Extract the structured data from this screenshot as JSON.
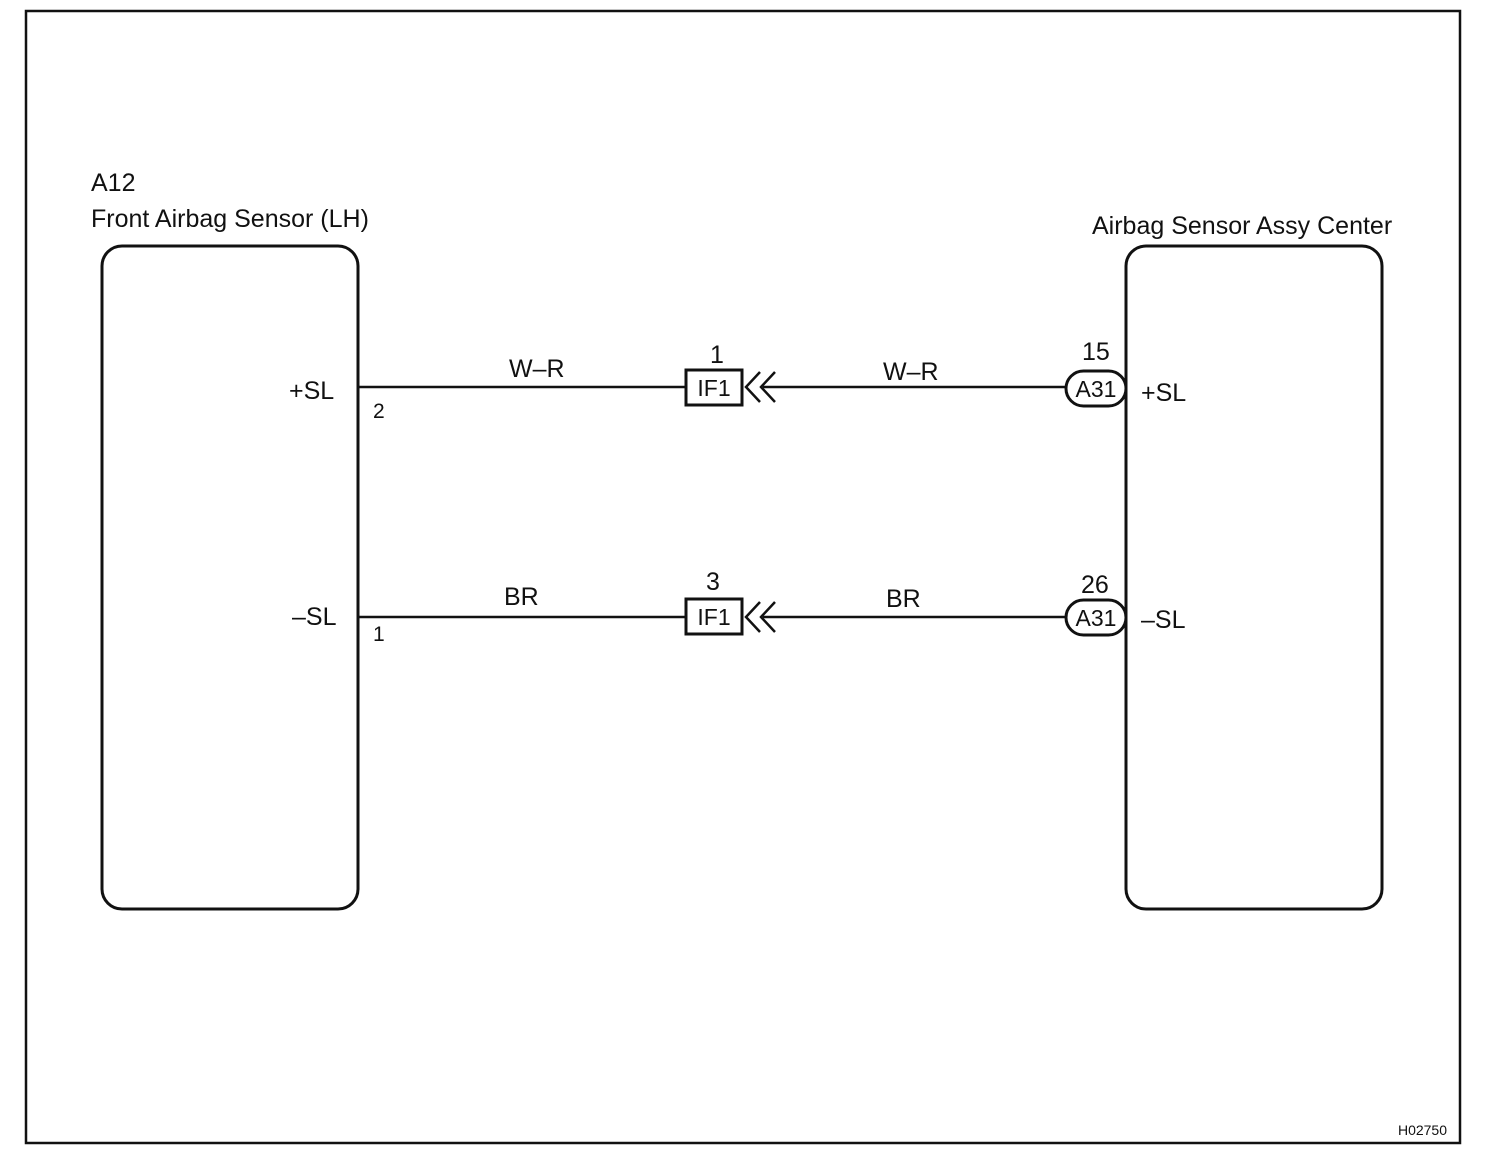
{
  "left_component": {
    "code": "A12",
    "name": "Front Airbag Sensor (LH)"
  },
  "right_component": {
    "name": "Airbag Sensor Assy Center"
  },
  "circuits": [
    {
      "left_terminal": "+SL",
      "left_pin": "2",
      "left_wire_color": "W–R",
      "junction_connector": "IF1",
      "junction_pin": "1",
      "right_wire_color": "W–R",
      "right_connector": "A31",
      "right_pin": "15",
      "right_terminal": "+SL"
    },
    {
      "left_terminal": "–SL",
      "left_pin": "1",
      "left_wire_color": "BR",
      "junction_connector": "IF1",
      "junction_pin": "3",
      "right_wire_color": "BR",
      "right_connector": "A31",
      "right_pin": "26",
      "right_terminal": "–SL"
    }
  ],
  "figure_code": "H02750"
}
